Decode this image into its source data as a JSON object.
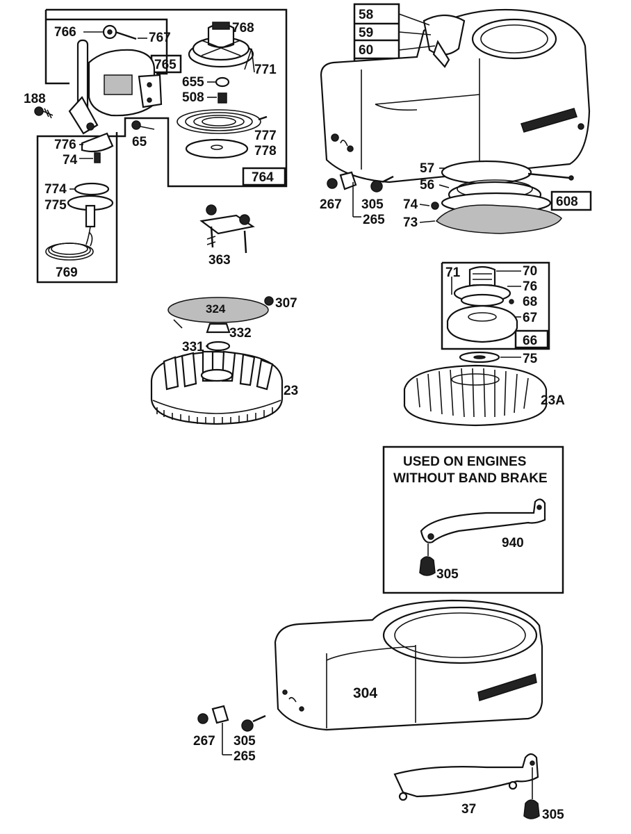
{
  "labels": {
    "p766": "766",
    "p767": "767",
    "p768": "768",
    "p765": "765",
    "p771": "771",
    "p655": "655",
    "p508": "508",
    "p188": "188",
    "p777": "777",
    "p778": "778",
    "p776": "776",
    "p74a": "74",
    "p65": "65",
    "p764": "764",
    "p774": "774",
    "p775": "775",
    "p769": "769",
    "p363": "363",
    "p58": "58",
    "p59": "59",
    "p60": "60",
    "p57": "57",
    "p56": "56",
    "p267a": "267",
    "p305a": "305",
    "p265a": "265",
    "p74b": "74",
    "p608": "608",
    "p73": "73",
    "p324": "324",
    "p307": "307",
    "p332": "332",
    "p331": "331",
    "p23": "23",
    "p71": "71",
    "p70": "70",
    "p76": "76",
    "p68": "68",
    "p67": "67",
    "p66": "66",
    "p75": "75",
    "p23a": "23A",
    "p940": "940",
    "p305b": "305",
    "p304": "304",
    "p267b": "267",
    "p305c": "305",
    "p265b": "265",
    "p37": "37",
    "p305d": "305"
  },
  "note": {
    "line1": "USED ON ENGINES",
    "line2": "WITHOUT BAND BRAKE"
  }
}
